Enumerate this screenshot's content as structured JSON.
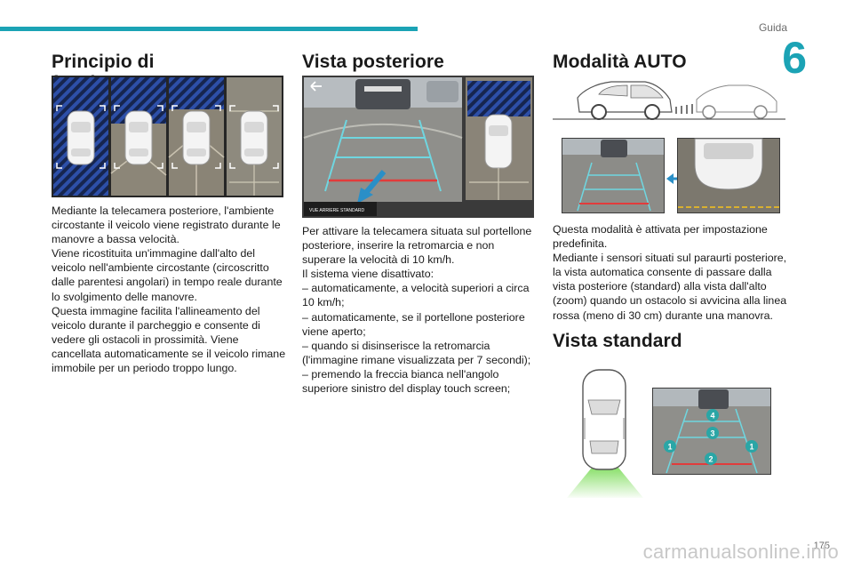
{
  "header": {
    "section": "Guida",
    "chapter": "6"
  },
  "col1": {
    "title": "Principio di funzionamento",
    "paragraphs": [
      "Mediante la telecamera posteriore, l'ambiente circostante il veicolo viene registrato durante le manovre a bassa velocità.",
      "Viene ricostituita un'immagine dall'alto del veicolo nell'ambiente circostante (circoscritto dalle parentesi angolari) in tempo reale durante lo svolgimento delle manovre.",
      "Questa immagine facilita l'allineamento del veicolo durante il parcheggio e consente di vedere gli ostacoli in prossimità. Viene cancellata automaticamente se il veicolo rimane immobile per un periodo troppo lungo."
    ]
  },
  "col2": {
    "title": "Vista posteriore",
    "screen_label": "VUE ARRIERE STANDARD",
    "paragraphs": [
      "Per attivare la telecamera situata sul portellone posteriore, inserire la retromarcia e non superare la velocità di 10 km/h.",
      "Il sistema viene disattivato:",
      "– automaticamente, a velocità superiori a circa 10 km/h;",
      "– automaticamente, se il portellone posteriore viene aperto;",
      "– quando si disinserisce la retromarcia (l'immagine rimane visualizzata per 7 secondi);",
      "– premendo la freccia bianca nell'angolo superiore sinistro del display touch screen;"
    ]
  },
  "col3": {
    "title": "Modalità AUTO",
    "paragraphs": [
      "Questa modalità è attivata per impostazione predefinita.",
      "Mediante i sensori situati sul paraurti posteriore, la vista automatica consente di passare dalla vista posteriore (standard) alla vista dall'alto (zoom) quando un ostacolo si avvicina alla linea rossa (meno di 30 cm) durante una manovra."
    ],
    "title2": "Vista standard",
    "markers": [
      "4",
      "3",
      "1",
      "1",
      "2"
    ]
  },
  "footer": {
    "page": "175",
    "watermark": "carmanualsonline.info"
  },
  "colors": {
    "accent": "#1ba3b5",
    "guide_cyan": "#6fd6e0",
    "guide_red": "#e23b3b",
    "hatch_blue": "#2d4fa8",
    "green_zone": "#7ddc5a"
  }
}
